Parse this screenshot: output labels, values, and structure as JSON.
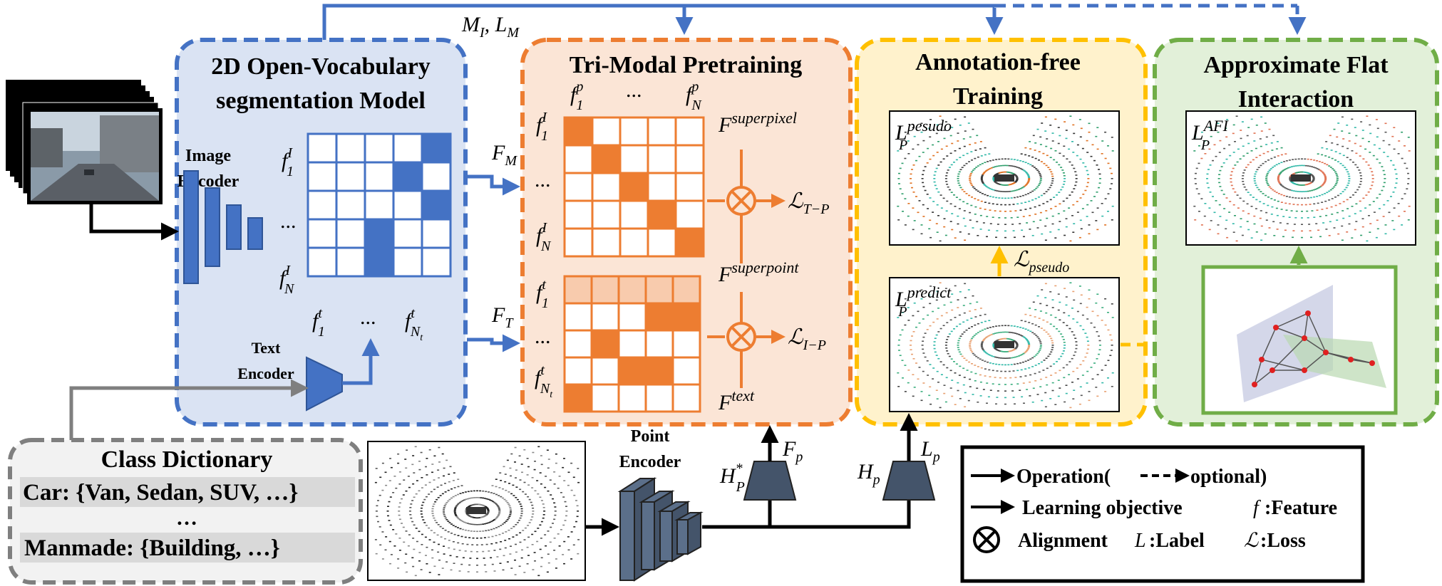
{
  "colors": {
    "blue": "#4472C4",
    "blue_fill": "#DAE3F3",
    "orange": "#ED7D31",
    "orange_fill": "#FBE5D6",
    "orange_cell_light": "#F8CBAD",
    "yellow": "#FFC000",
    "yellow_fill": "#FFF2CC",
    "green": "#70AD47",
    "green_fill": "#E2F0D9",
    "gray": "#7F7F7F",
    "gray_fill": "#F2F2F2",
    "dark_gray": "#44546A"
  },
  "top_signal": {
    "label": "M_I, L_M"
  },
  "ov_model": {
    "title": [
      "2D Open-Vocabulary",
      "segmentation Model"
    ],
    "image_encoder_label": [
      "Image",
      "Encoder"
    ],
    "text_encoder_label": [
      "Text",
      "Encoder"
    ],
    "row_labels": [
      "f_1^I",
      "...",
      "f_N^I"
    ],
    "col_labels": [
      "f_1^t",
      "...",
      "f_{N_t}^t"
    ],
    "matrix_filled": [
      [
        0,
        4
      ],
      [
        1,
        3
      ],
      [
        2,
        4
      ],
      [
        3,
        2
      ],
      [
        4,
        2
      ]
    ]
  },
  "arrows": {
    "fm_label": "F_M",
    "ft_label": "F_T"
  },
  "trimodal": {
    "title": "Tri-Modal Pretraining",
    "col_labels": [
      "f_1^p",
      "...",
      "f_N^p"
    ],
    "upper_row_labels": [
      "f_1^I",
      "...",
      "f_N^I"
    ],
    "lower_row_labels": [
      "f_1^t",
      "...",
      "f_{N_t}^t"
    ],
    "f_superpixel": "F^superpixel",
    "f_superpoint": "F^superpoint",
    "f_text": "F^text",
    "loss_tp": "ℒ_{T-P}",
    "loss_ip": "ℒ_{I-P}",
    "upper_filled": [
      [
        0,
        0
      ],
      [
        1,
        1
      ],
      [
        2,
        2
      ],
      [
        3,
        3
      ],
      [
        4,
        4
      ]
    ],
    "lower_filled": [
      [
        1,
        3
      ],
      [
        1,
        4
      ],
      [
        2,
        1
      ],
      [
        3,
        2
      ],
      [
        3,
        3
      ],
      [
        4,
        0
      ]
    ]
  },
  "annotation_free": {
    "title": [
      "Annotation-free",
      "Training"
    ],
    "pseudo_label": "L_P^pesudo",
    "predict_label": "L_P^predict",
    "loss_pseudo": "ℒ_pseudo"
  },
  "afi": {
    "title": [
      "Approximate Flat",
      "Interaction"
    ],
    "label": "L_P^AFI"
  },
  "class_dictionary": {
    "title": "Class Dictionary",
    "entries": [
      "Car: {Van, Sedan, SUV, …}",
      "…",
      "Manmade: {Building, …}"
    ]
  },
  "point_encoder": {
    "label": [
      "Point",
      "Encoder"
    ],
    "h_star": "H_P^*",
    "f_p": "F_p",
    "h_p": "H_p",
    "l_p": "L_p"
  },
  "legend": {
    "operation": "Operation(",
    "optional": "optional)",
    "learning_objective": "Learning objective",
    "feature": ":Feature",
    "feature_sym": "f",
    "alignment": "Alignment",
    "label": ":Label",
    "label_sym": "L",
    "loss": ":Loss",
    "loss_sym": "ℒ"
  }
}
